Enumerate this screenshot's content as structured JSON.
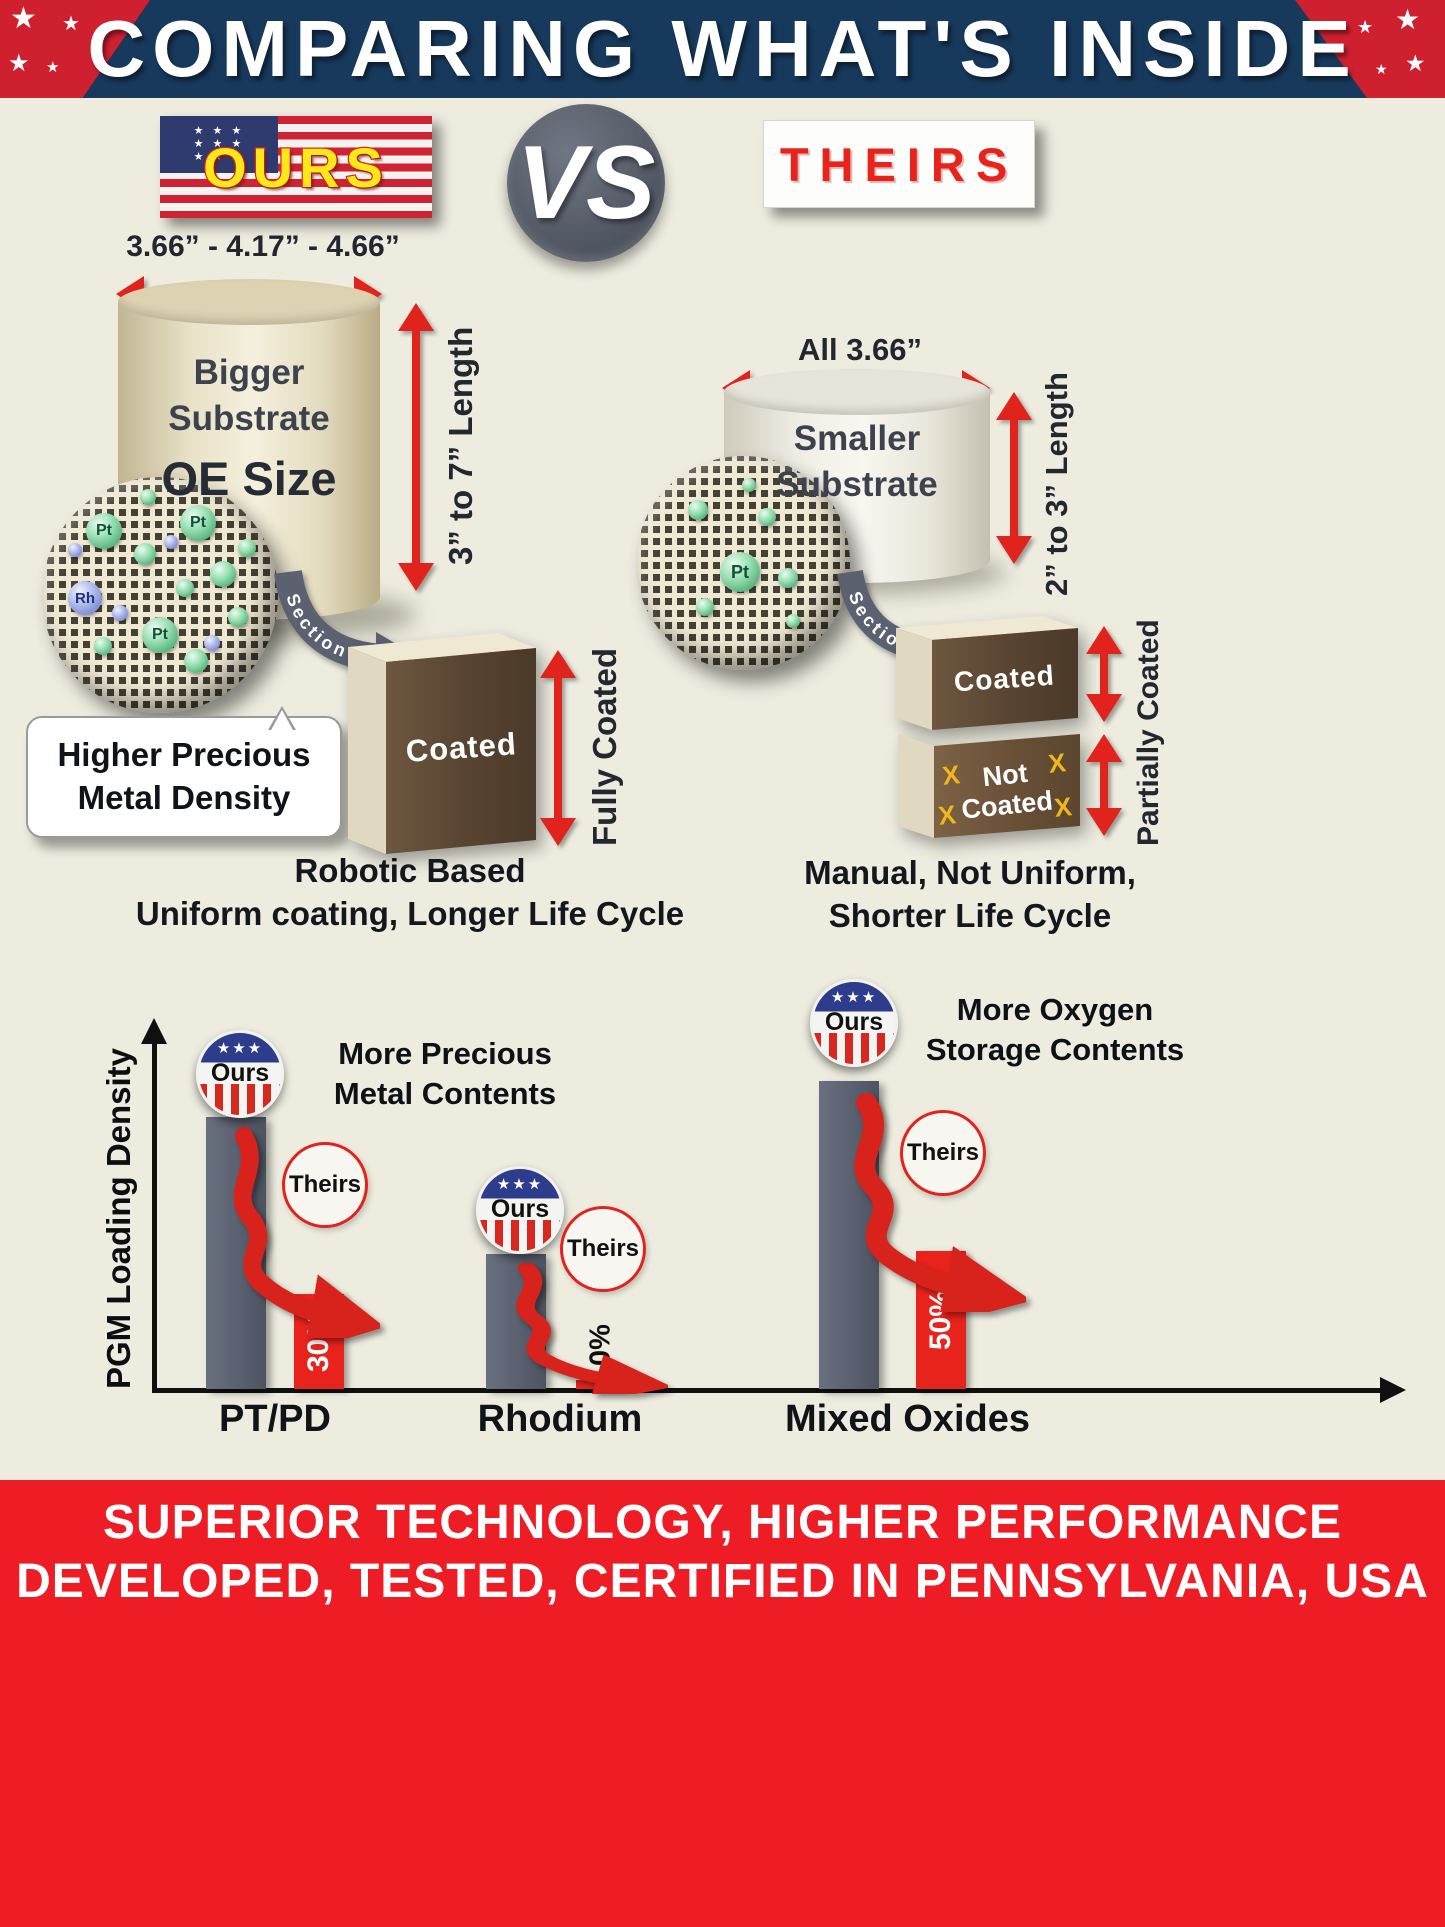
{
  "header": {
    "title": "COMPARING WHAT'S INSIDE"
  },
  "versus": {
    "ours": "OURS",
    "vs": "VS",
    "theirs": "THEIRS"
  },
  "icons": {
    "star": "★",
    "star_row": "★ ★ ★",
    "stars3": "★★★"
  },
  "ours": {
    "diameter": "3.66” - 4.17” - 4.66”",
    "substrate": [
      "Bigger",
      "Substrate"
    ],
    "oe_size": "OE Size",
    "length": "3” to 7” Length",
    "mesh_labels": [
      "Pt",
      "Pt",
      "Rh",
      "Pt"
    ],
    "callout": [
      "Higher Precious",
      "Metal Density"
    ],
    "section": "Section",
    "coated": "Coated",
    "coating_extent": "Fully Coated",
    "caption": [
      "Robotic  Based",
      "Uniform coating, Longer Life Cycle"
    ]
  },
  "theirs": {
    "diameter": "All 3.66”",
    "substrate": [
      "Smaller",
      "Substrate"
    ],
    "length": "2” to 3” Length",
    "mesh_labels": [
      "Pt"
    ],
    "section": "Section",
    "coated": "Coated",
    "not_coated": [
      "Not",
      "Coated"
    ],
    "x_mark": "X",
    "coating_extent": "Partially Coated",
    "caption": [
      "Manual, Not Uniform,",
      "Shorter Life Cycle"
    ]
  },
  "chart": {
    "ylabel": "PGM Loading Density",
    "ours_badge": "Ours",
    "theirs_badge": "Theirs",
    "annotations": {
      "precious": [
        "More Precious",
        "Metal Contents"
      ],
      "oxygen": [
        "More Oxygen",
        "Storage Contents"
      ]
    },
    "categories": [
      "PT/PD",
      "Rhodium",
      "Mixed Oxides"
    ],
    "theirs_values": [
      "30%",
      "0%",
      "50%"
    ]
  },
  "chart_data": {
    "type": "bar",
    "categories": [
      "PT/PD",
      "Rhodium",
      "Mixed Oxides"
    ],
    "series": [
      {
        "name": "Ours",
        "values": [
          88,
          44,
          100
        ]
      },
      {
        "name": "Theirs",
        "values": [
          31,
          3,
          45
        ]
      }
    ],
    "theirs_bar_labels": [
      "30%",
      "0%",
      "50%"
    ],
    "ylabel": "PGM Loading Density",
    "ylim": [
      0,
      110
    ],
    "colors": {
      "ours_bar": "#545a66",
      "theirs_bar": "#e8231c"
    }
  },
  "footer": {
    "lines": [
      "SUPERIOR TECHNOLOGY, HIGHER PERFORMANCE",
      "DEVELOPED, TESTED, CERTIFIED IN PENNSYLVANIA, USA"
    ]
  }
}
